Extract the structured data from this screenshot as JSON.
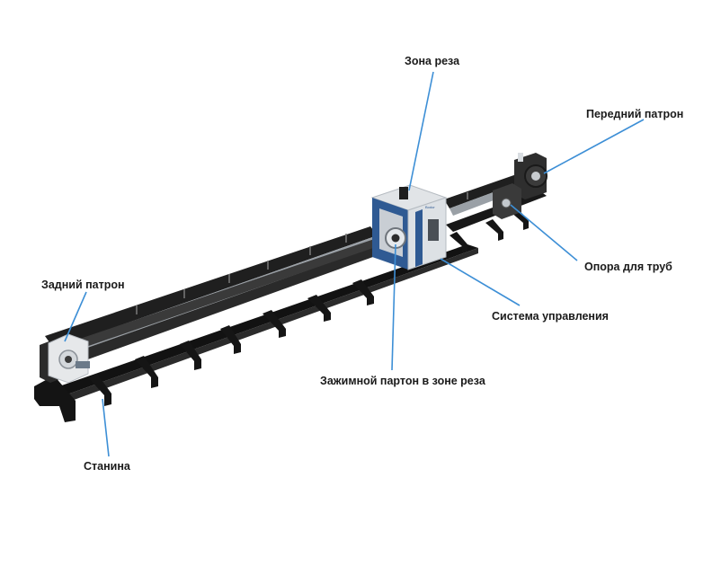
{
  "colors": {
    "leader_line": "#3d8fd6",
    "rail": "#1c1c1c",
    "rail_side": "#8a8f95",
    "frame": "#111111",
    "cabinet_blue": "#2f5a93",
    "cabinet_white": "#e9ecef"
  },
  "labels": {
    "cut_zone": "Зона реза",
    "front_chuck": "Передний патрон",
    "pipe_support": "Опора для труб",
    "control_system": "Система управления",
    "cut_zone_chuck": "Зажимной партон в зоне реза",
    "rear_chuck": "Задний патрон",
    "bed": "Станина"
  },
  "brand_text": "Bodor"
}
